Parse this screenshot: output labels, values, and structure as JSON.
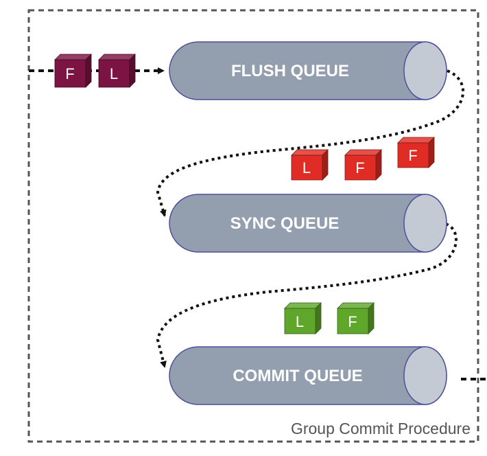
{
  "boundary": {
    "label": "Group Commit Procedure"
  },
  "queues": [
    {
      "id": "flush",
      "label": "FLUSH QUEUE"
    },
    {
      "id": "sync",
      "label": "SYNC QUEUE"
    },
    {
      "id": "commit",
      "label": "COMMIT QUEUE"
    }
  ],
  "blocks": {
    "incoming": [
      {
        "letter": "F",
        "color": "#7b1442"
      },
      {
        "letter": "L",
        "color": "#7b1442"
      }
    ],
    "after_flush": [
      {
        "letter": "L",
        "color": "#e02c24"
      },
      {
        "letter": "F",
        "color": "#e02c24"
      },
      {
        "letter": "F",
        "color": "#e02c24"
      }
    ],
    "after_sync": [
      {
        "letter": "L",
        "color": "#5ea72a"
      },
      {
        "letter": "F",
        "color": "#5ea72a"
      }
    ]
  },
  "colors": {
    "queue_body": "#939fae",
    "queue_cap": "#c3cad4",
    "queue_outline": "#4d4f9a",
    "connector": "#111111",
    "boundary": "#555555"
  }
}
